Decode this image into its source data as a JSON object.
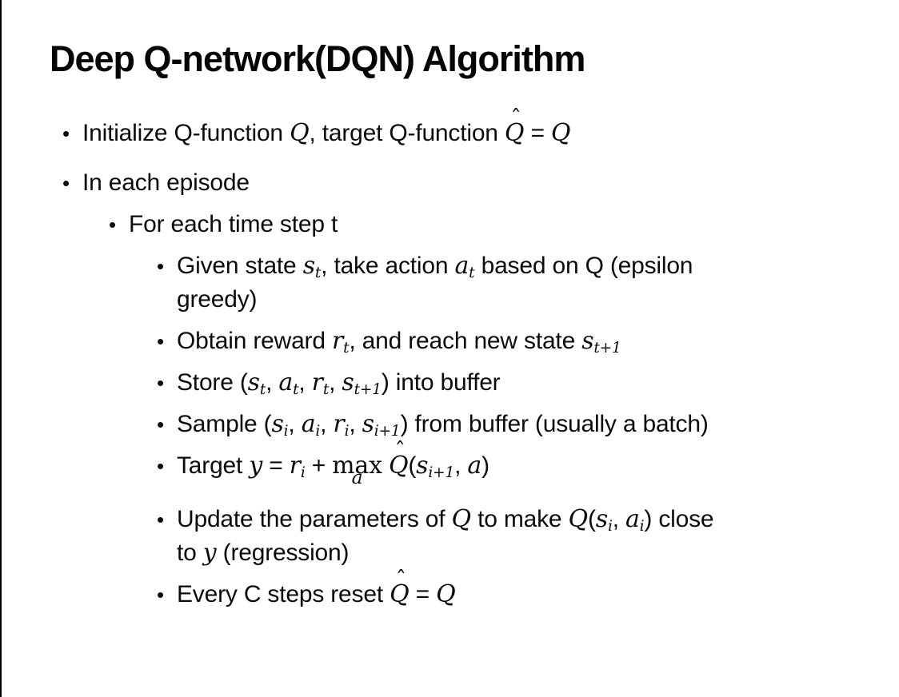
{
  "slide": {
    "title": "Deep Q-network(DQN) Algorithm",
    "bullet_glyph": "•",
    "hat_glyph": "ˆ",
    "bullets": [
      {
        "level": 1,
        "runs": [
          {
            "t": "Initialize Q-function "
          },
          {
            "m": "Q"
          },
          {
            "t": ", target Q-function "
          },
          {
            "m": "Q",
            "hat": true
          },
          {
            "t": " = "
          },
          {
            "m": "Q"
          }
        ]
      },
      {
        "level": 1,
        "runs": [
          {
            "t": "In each episode"
          }
        ]
      },
      {
        "level": 2,
        "runs": [
          {
            "t": "For each time step t"
          }
        ]
      },
      {
        "level": 3,
        "runs": [
          {
            "t": "Given state "
          },
          {
            "m": "s",
            "sub": "t"
          },
          {
            "t": ", take action "
          },
          {
            "m": "a",
            "sub": "t"
          },
          {
            "t": " based on Q (epsilon"
          },
          {
            "br": true
          },
          {
            "t": "greedy)"
          }
        ]
      },
      {
        "level": 3,
        "runs": [
          {
            "t": "Obtain reward "
          },
          {
            "m": "r",
            "sub": "t"
          },
          {
            "t": ", and reach new state "
          },
          {
            "m": "s",
            "sub": "t+1"
          }
        ]
      },
      {
        "level": 3,
        "runs": [
          {
            "t": "Store ("
          },
          {
            "m": "s",
            "sub": "t"
          },
          {
            "t": ", "
          },
          {
            "m": "a",
            "sub": "t"
          },
          {
            "t": ", "
          },
          {
            "m": "r",
            "sub": "t"
          },
          {
            "t": ", "
          },
          {
            "m": "s",
            "sub": "t+1"
          },
          {
            "t": ") into buffer"
          }
        ]
      },
      {
        "level": 3,
        "runs": [
          {
            "t": "Sample ("
          },
          {
            "m": "s",
            "sub": "i"
          },
          {
            "t": ", "
          },
          {
            "m": "a",
            "sub": "i"
          },
          {
            "t": ", "
          },
          {
            "m": "r",
            "sub": "i"
          },
          {
            "t": ", "
          },
          {
            "m": "s",
            "sub": "i+1"
          },
          {
            "t": ") from buffer (usually a batch)"
          }
        ]
      },
      {
        "level": 3,
        "runs": [
          {
            "t": "Target "
          },
          {
            "m": "y"
          },
          {
            "t": " = "
          },
          {
            "m": "r",
            "sub": "i"
          },
          {
            "t": " + "
          },
          {
            "op": "max",
            "under": "a"
          },
          {
            "t": " "
          },
          {
            "m": "Q",
            "hat": true
          },
          {
            "t": "("
          },
          {
            "m": "s",
            "sub": "i+1"
          },
          {
            "t": ", "
          },
          {
            "m": "a"
          },
          {
            "t": ")"
          }
        ]
      },
      {
        "level": 3,
        "runs": [
          {
            "t": "Update the parameters of "
          },
          {
            "m": "Q"
          },
          {
            "t": " to make "
          },
          {
            "m": "Q"
          },
          {
            "t": "("
          },
          {
            "m": "s",
            "sub": "i"
          },
          {
            "t": ", "
          },
          {
            "m": "a",
            "sub": "i"
          },
          {
            "t": ") close"
          },
          {
            "br": true
          },
          {
            "t": "to "
          },
          {
            "m": "y"
          },
          {
            "t": " (regression)"
          }
        ]
      },
      {
        "level": 3,
        "runs": [
          {
            "t": "Every C steps reset "
          },
          {
            "m": "Q",
            "hat": true
          },
          {
            "t": " = "
          },
          {
            "m": "Q"
          }
        ]
      }
    ]
  }
}
